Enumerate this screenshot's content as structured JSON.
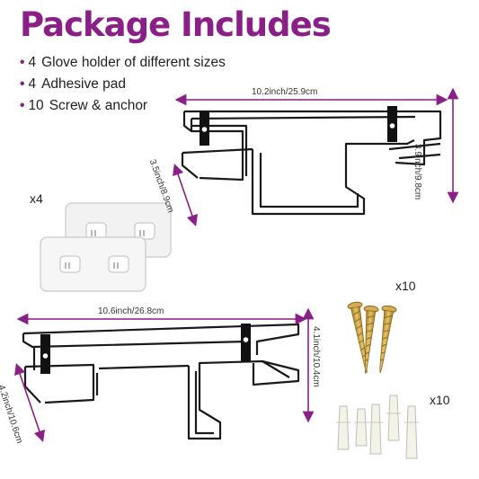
{
  "title": "Package Includes",
  "items": [
    {
      "bullet": "•",
      "qty": "4",
      "text": "Glove holder of different sizes"
    },
    {
      "bullet": "•",
      "qty": "4",
      "text": "Adhesive pad"
    },
    {
      "bullet": "•",
      "qty": "10",
      "text": "Screw & anchor"
    }
  ],
  "dimensions": {
    "top_width": "10.2inch/25.9cm",
    "top_height": "3.9inch/9.8cm",
    "top_depth": "3.5inch/8.9cm",
    "bottom_width": "10.6inch/26.8cm",
    "bottom_height": "4.1inch/10.4cm",
    "bottom_depth": "4.2inch/10.6cm"
  },
  "counts": {
    "pads": "x4",
    "screws": "x10",
    "anchors": "x10"
  },
  "colors": {
    "accent": "#8a1f87",
    "wire": "#1a1a1a",
    "screw": "#c9a24a"
  }
}
